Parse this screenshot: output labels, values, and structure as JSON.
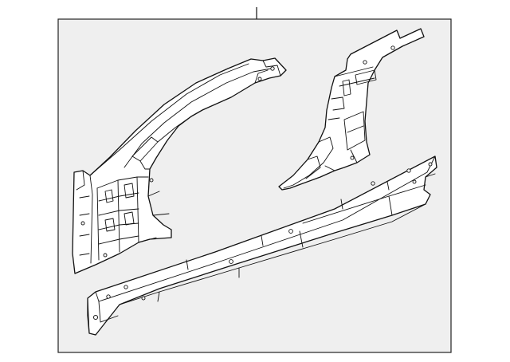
{
  "diagram": {
    "background_color": "#efefef",
    "line_color": "#111111",
    "parts": [
      {
        "name": "hinge-pillar"
      },
      {
        "name": "quarter-inner-panel"
      },
      {
        "name": "rocker-panel"
      }
    ]
  }
}
